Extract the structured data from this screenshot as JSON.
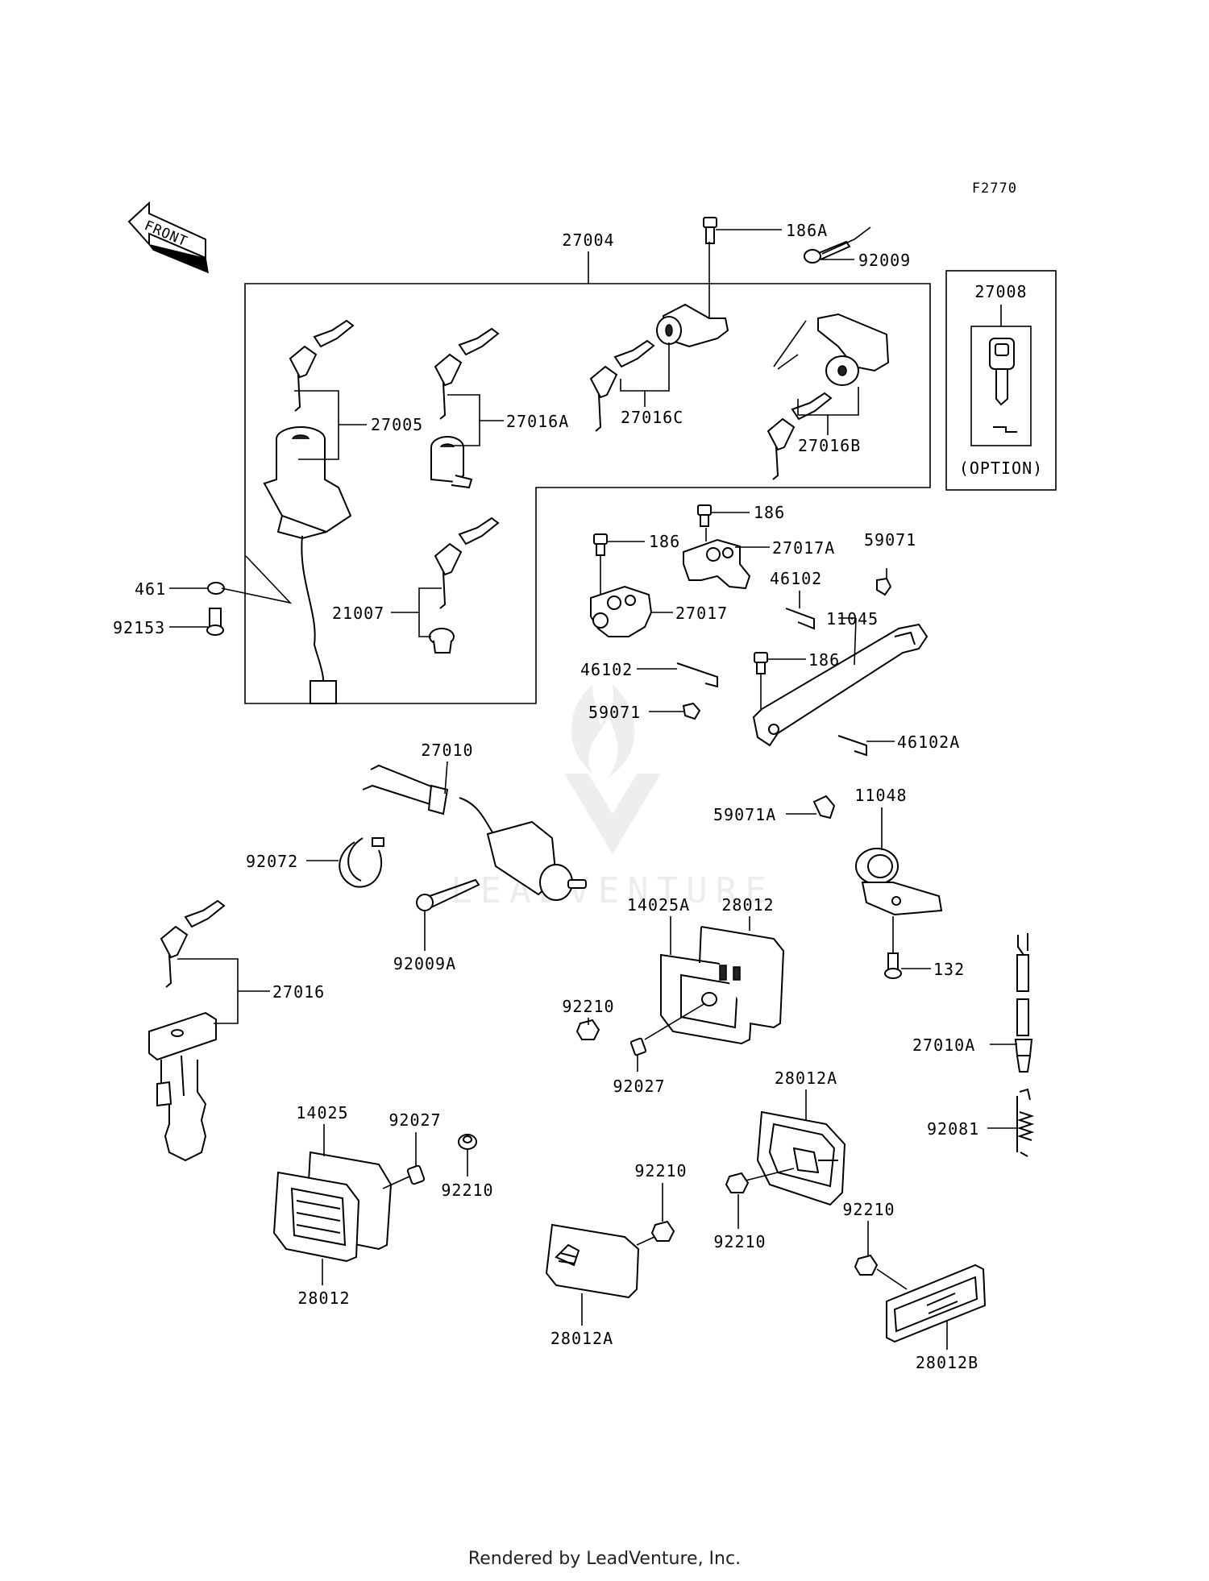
{
  "diagram": {
    "code": "F2770",
    "front_label": "FRONT",
    "option_label": "(OPTION)",
    "watermark": "LEADVENTURE",
    "labels": {
      "27004": "27004",
      "186A": "186A",
      "92009": "92009",
      "27008": "27008",
      "27005": "27005",
      "27016A": "27016A",
      "27016C": "27016C",
      "27016B": "27016B",
      "461": "461",
      "92153": "92153",
      "21007": "21007",
      "186_a": "186",
      "186_b": "186",
      "27017A": "27017A",
      "59071_a": "59071",
      "46102_a": "46102",
      "11045": "11045",
      "27017": "27017",
      "46102_b": "46102",
      "186_c": "186",
      "59071_b": "59071",
      "46102A": "46102A",
      "59071A": "59071A",
      "27010": "27010",
      "92072": "92072",
      "92009A": "92009A",
      "11048": "11048",
      "14025A": "14025A",
      "28012_a": "28012",
      "92210_a": "92210",
      "92027_a": "92027",
      "132": "132",
      "27016": "27016",
      "27010A": "27010A",
      "28012A_a": "28012A",
      "92081": "92081",
      "14025": "14025",
      "92027_b": "92027",
      "92210_b": "92210",
      "92210_c": "92210",
      "92210_d": "92210",
      "92210_e": "92210",
      "28012_b": "28012",
      "28012A_b": "28012A",
      "28012B": "28012B"
    }
  },
  "footer": {
    "text": "Rendered by LeadVenture, Inc."
  }
}
